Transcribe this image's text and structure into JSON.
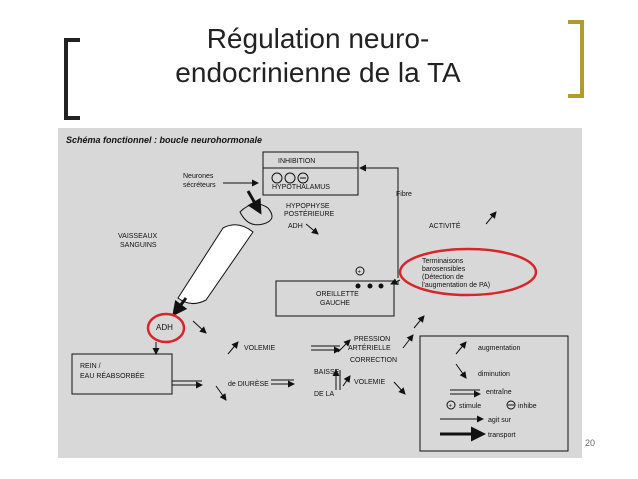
{
  "slide": {
    "title_line1": "Régulation neuro-",
    "title_line2": "endocrinienne de la TA",
    "page_number": "20",
    "accent_color": "#b39a2c",
    "highlight_color": "#d6262c"
  },
  "diagram": {
    "header": "Schéma fonctionnel : boucle neurohormonale",
    "inhibition": "INHIBITION",
    "hypothalamus": "HYPOTHALAMUS",
    "neurones_line1": "Neurones",
    "neurones_line2": "sécréteurs",
    "hypophyse_line1": "HYPOPHYSE",
    "hypophyse_line2": "POSTÉRIEURE",
    "adh_top": "ADH",
    "fibre": "Fibre",
    "activite": "ACTIVITÉ",
    "vaisseaux_line1": "VAISSEAUX",
    "vaisseaux_line2": "SANGUINS",
    "terminaisons_line1": "Terminaisons",
    "terminaisons_line2": "barosensibles",
    "terminaisons_line3": "(Détection de",
    "terminaisons_line4": "l'augmentation de PA)",
    "oreillette_line1": "OREILLETTE",
    "oreillette_line2": "GAUCHE",
    "adh_left": "ADH",
    "volemie_top": "VOLEMIE",
    "pression_line1": "PRESSION",
    "pression_line2": "ARTÉRIELLE",
    "correction": "CORRECTION",
    "rein_line1": "REIN /",
    "rein_line2": "EAU RÉABSORBÉE",
    "diurese": "de DIURÈSE",
    "baisse_line1": "BAISSE",
    "baisse_line2": "DE LA",
    "volemie_bottom": "VOLEMIE",
    "legend": {
      "augmentation": "augmentation",
      "diminution": "diminution",
      "entraine": "entraîne",
      "stimule": "stimule",
      "inhibe": "inhibe",
      "agit_sur": "agit sur",
      "transport": "transport"
    }
  }
}
